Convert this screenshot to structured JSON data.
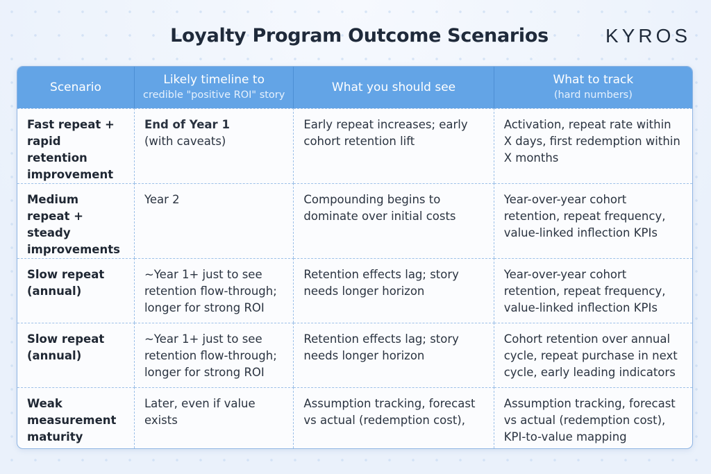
{
  "title": "Loyalty Program Outcome Scenarios",
  "logo": "KYROS",
  "headers": [
    {
      "main": "Scenario",
      "sub": ""
    },
    {
      "main": "Likely timeline to",
      "sub": "credible \"positive ROI\" story"
    },
    {
      "main": "What you should see",
      "sub": ""
    },
    {
      "main": "What to track",
      "sub": "(hard numbers)"
    }
  ],
  "rows": [
    {
      "scenario": "Fast repeat + rapid retention improvement",
      "timeline": "End of Year 1",
      "timeline_note": "(with caveats)",
      "see": "Early repeat increases; early cohort retention lift",
      "track": "Activation, repeat rate within X days, first redemption within X months"
    },
    {
      "scenario": "Medium repeat + steady improvements",
      "timeline": "Year 2",
      "timeline_note": "",
      "see": "Compounding begins to dominate over initial costs",
      "track": "Year-over-year cohort retention, repeat frequency, value-linked inflection KPIs"
    },
    {
      "scenario": "Slow repeat (annual)",
      "timeline": "~Year 1+ just to see retention flow-through; longer for strong ROI",
      "timeline_note": "",
      "see": "Retention effects lag; story needs longer horizon",
      "track": "Year-over-year cohort retention, repeat frequency, value-linked inflection KPIs"
    },
    {
      "scenario": "Slow repeat (annual)",
      "timeline": "~Year 1+ just to see retention flow-through; longer for strong ROI",
      "timeline_note": "",
      "see": "Retention effects lag; story needs longer horizon",
      "track": "Cohort retention over annual cycle, repeat purchase in next cycle, early leading indicators"
    },
    {
      "scenario": "Weak measurement maturity",
      "timeline": "Later, even if value exists",
      "timeline_note": "",
      "see": "Assumption tracking, forecast vs actual (redemption cost),",
      "track": "Assumption tracking, forecast vs actual (redemption cost), KPI-to-value mapping"
    }
  ]
}
